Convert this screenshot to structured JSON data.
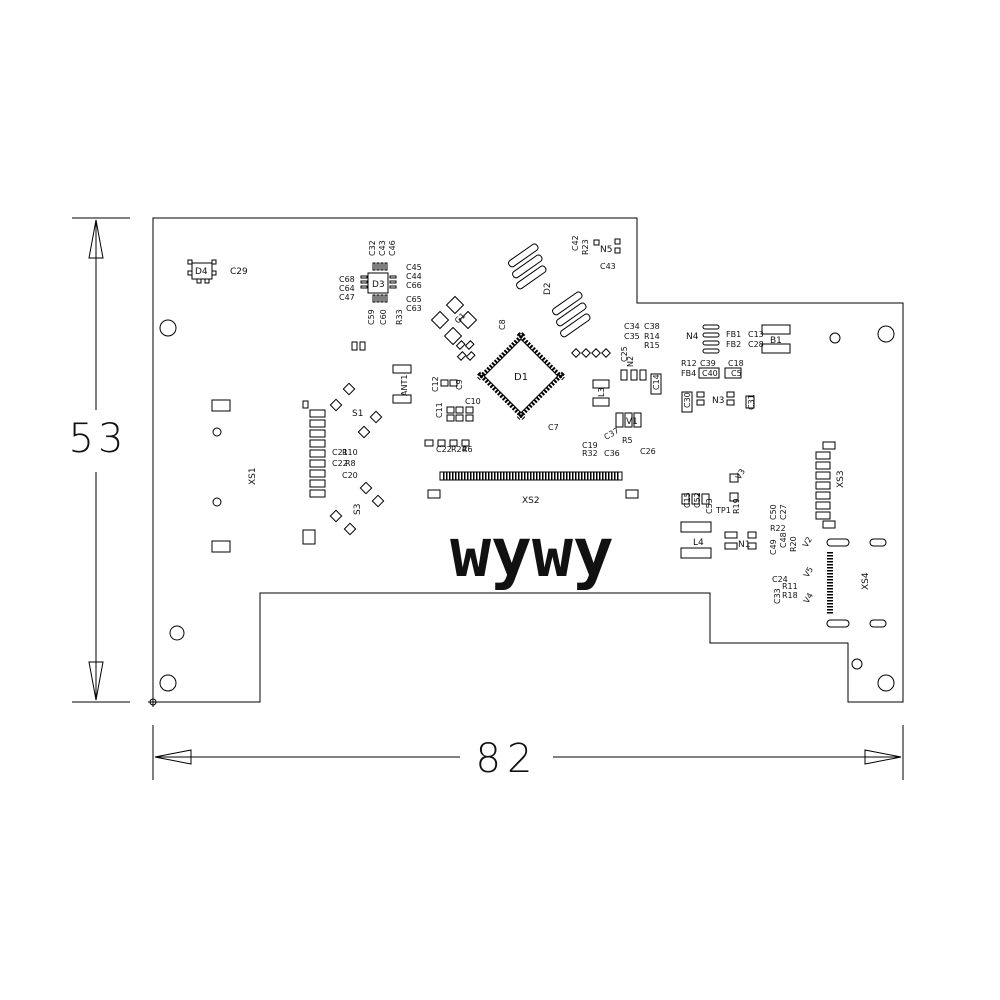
{
  "dimensions": {
    "width": "82",
    "height": "53"
  },
  "logo": "wywy",
  "designators": {
    "d1": "D1",
    "d2": "D2",
    "d3": "D3",
    "d4": "D4",
    "xs1": "XS1",
    "xs2": "XS2",
    "xs3": "XS3",
    "xs4": "XS4",
    "s1": "S1",
    "s3": "S3",
    "g1": "G1",
    "ant1": "ANT1",
    "n1": "N1",
    "n2": "N2",
    "n3": "N3",
    "n4": "N4",
    "n5": "N5",
    "l3": "L3",
    "l4": "L4",
    "b1": "B1",
    "v1": "V1",
    "v2": "V2",
    "v3": "V3",
    "v4": "V4",
    "v5": "V5",
    "tp1": "TP1",
    "fb1": "FB1",
    "fb2": "FB2",
    "fb4": "FB4",
    "c29": "C29",
    "c32": "C32",
    "c43a": "C43",
    "c46": "C46",
    "c68": "C68",
    "c64": "C64",
    "c47": "C47",
    "c45": "C45",
    "c44": "C44",
    "c66": "C66",
    "c65": "C65",
    "c63": "C63",
    "c59": "C59",
    "c60": "C60",
    "r33": "R33",
    "c42": "C42",
    "r23": "R23",
    "c43b": "C43",
    "c34": "C34",
    "c35": "C35",
    "c38": "C38",
    "r14": "R14",
    "r15": "R15",
    "c13": "C13",
    "c28": "C28",
    "r12": "R12",
    "c39": "C39",
    "c18": "C18",
    "c40": "C40",
    "c5": "C5",
    "c31": "C31",
    "c30": "C30",
    "c25": "C25",
    "c14": "C14",
    "r5": "R5",
    "c19": "C19",
    "c36": "C36",
    "c26": "C26",
    "c37": "C37",
    "r32": "R32",
    "c12": "C12",
    "c10": "C10",
    "c11": "C11",
    "c9": "C9",
    "r6": "R6",
    "c21": "C21",
    "c22": "C22",
    "r24": "R24",
    "r10": "R10",
    "r8": "R8",
    "c20": "C20",
    "c15": "C15",
    "c52": "C52",
    "c53": "C53",
    "r19": "R19",
    "c50": "C50",
    "c49": "C49",
    "c48": "C48",
    "r20": "R20",
    "r22": "R22",
    "c24": "C24",
    "c33": "C33",
    "r11": "R11",
    "r18": "R18"
  }
}
